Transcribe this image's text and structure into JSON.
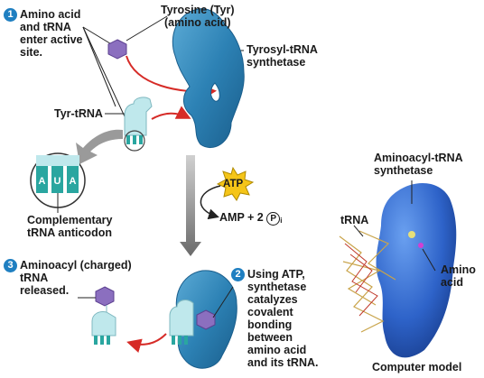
{
  "steps": [
    {
      "number": "1",
      "lines": [
        "Amino acid",
        "and tRNA",
        "enter active",
        "site."
      ]
    },
    {
      "number": "2",
      "lines": [
        "Using ATP,",
        "synthetase",
        "catalyzes",
        "covalent",
        "bonding",
        "between",
        "amino acid",
        "and its tRNA."
      ]
    },
    {
      "number": "3",
      "lines": [
        "Aminoacyl (charged)",
        "tRNA",
        "released."
      ]
    }
  ],
  "labels": {
    "tyrosine": [
      "Tyrosine (Tyr)",
      "(amino acid)"
    ],
    "synthetase": [
      "Tyrosyl-tRNA",
      "synthetase"
    ],
    "tyr_trna": "Tyr-tRNA",
    "anticodon": [
      "Complementary",
      "tRNA anticodon"
    ],
    "anticodon_bases": [
      "A",
      "U",
      "A"
    ],
    "atp": "ATP",
    "amp_text": "AMP + 2",
    "phosphate": "P",
    "phosphate_sub": "i",
    "model_title": [
      "Aminoacyl-tRNA",
      "synthetase"
    ],
    "model_trna": "tRNA",
    "model_amino": [
      "Amino",
      "acid"
    ],
    "model_caption": "Computer model"
  },
  "colors": {
    "enzyme": "#2d82b5",
    "trna": "#bfe8ec",
    "amino_acid": "#8b6fbf",
    "atp_burst": "#f5c518",
    "arrow_red": "#d62b27",
    "badge": "#1f7fc1",
    "model_protein": "#2e63c9"
  }
}
